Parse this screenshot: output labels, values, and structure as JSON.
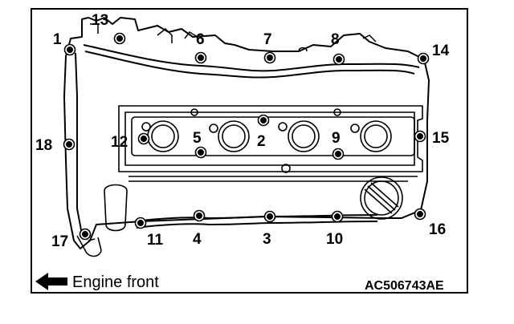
{
  "diagram": {
    "bolt_labels": [
      "1",
      "2",
      "3",
      "4",
      "5",
      "6",
      "7",
      "8",
      "9",
      "10",
      "11",
      "12",
      "13",
      "14",
      "15",
      "16",
      "17",
      "18"
    ],
    "direction_label": "Engine front",
    "figure_code": "AC506743AE"
  },
  "colors": {
    "line": "#000000",
    "background": "#ffffff"
  },
  "icons": {
    "direction": "left-arrow-icon",
    "bolt": "bolt-icon"
  }
}
